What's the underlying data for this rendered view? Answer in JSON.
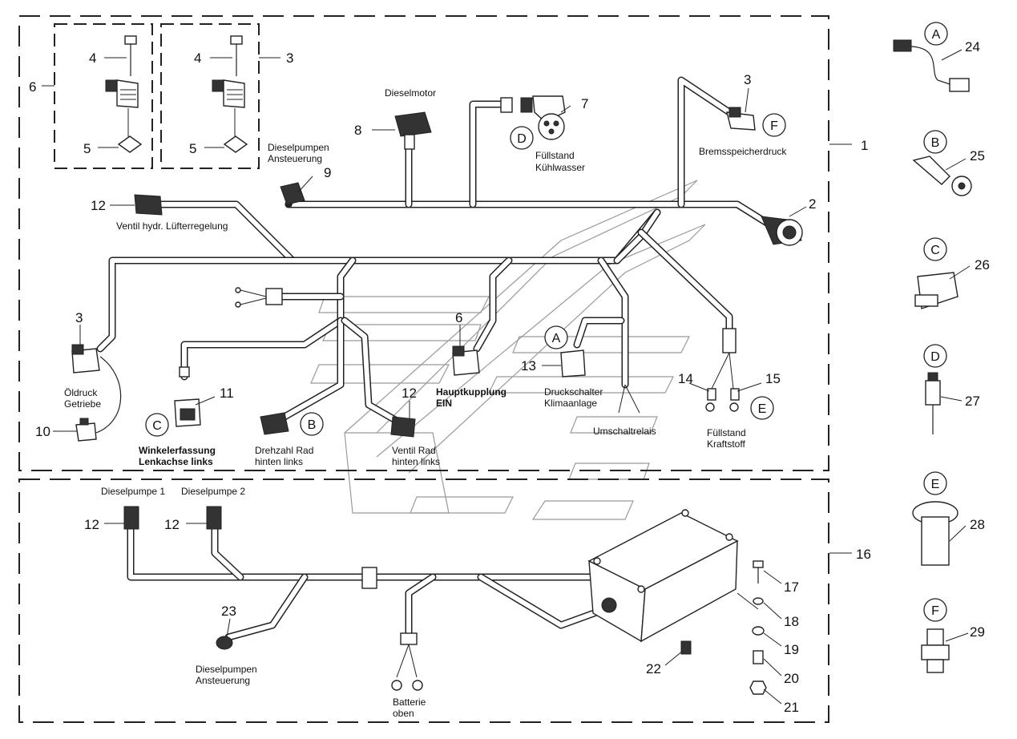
{
  "diagram": {
    "labels": {
      "dieselmotor": "Dieselmotor",
      "dieselpumpen_ansteuerung_top": [
        "Dieselpumpen",
        "Ansteuerung"
      ],
      "fuellstand_kuehlwasser": [
        "Füllstand",
        "Kühlwasser"
      ],
      "bremsspeicherdruck": "Bremsspeicherdruck",
      "ventil_hydr_luefter": "Ventil hydr. Lüfterregelung",
      "oeldruck_getriebe": [
        "Öldruck",
        "Getriebe"
      ],
      "winkelerfassung": [
        "Winkelerfassung",
        "Lenkachse links"
      ],
      "drehzahl_rad": [
        "Drehzahl Rad",
        "hinten links"
      ],
      "ventil_rad": [
        "Ventil Rad",
        "hinten links"
      ],
      "hauptkupplung": [
        "Hauptkupplung",
        "EIN"
      ],
      "druckschalter": [
        "Druckschalter",
        "Klimaanlage"
      ],
      "umschaltrelais": "Umschaltrelais",
      "fuellstand_kraftstoff": [
        "Füllstand",
        "Kraftstoff"
      ],
      "dieselpumpe_1": "Dieselpumpe 1",
      "dieselpumpe_2": "Dieselpumpe 2",
      "dieselpumpen_ansteuerung_bottom": [
        "Dieselpumpen",
        "Ansteuerung"
      ],
      "batterie": [
        "Batterie",
        "oben"
      ]
    },
    "part_numbers": {
      "p1": "1",
      "p2": "2",
      "p3a": "3",
      "p3b": "3",
      "p3c": "3",
      "p4a": "4",
      "p4b": "4",
      "p5a": "5",
      "p5b": "5",
      "p6a": "6",
      "p6b": "6",
      "p7": "7",
      "p8": "8",
      "p9": "9",
      "p10": "10",
      "p11": "11",
      "p12a": "12",
      "p12b": "12",
      "p12c": "12",
      "p12d": "12",
      "p13": "13",
      "p14": "14",
      "p15": "15",
      "p16": "16",
      "p17": "17",
      "p18": "18",
      "p19": "19",
      "p20": "20",
      "p21": "21",
      "p22": "22",
      "p23": "23",
      "p24": "24",
      "p25": "25",
      "p26": "26",
      "p27": "27",
      "p28": "28",
      "p29": "29"
    },
    "reference_letters": {
      "a_side": "A",
      "b_side": "B",
      "c_side": "C",
      "d_side": "D",
      "e_side": "E",
      "f_side": "F",
      "a_main": "A",
      "b_main": "B",
      "c_main": "C",
      "d_main": "D",
      "e_main": "E",
      "f_main": "F"
    }
  }
}
